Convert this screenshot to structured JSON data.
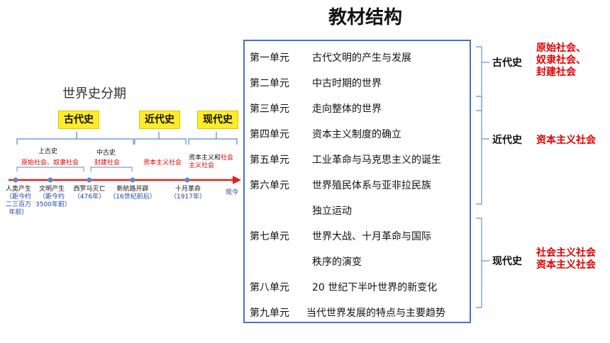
{
  "title": "教材结构",
  "timeline": {
    "title": "世界史分期",
    "eras": [
      {
        "label": "古代史"
      },
      {
        "label": "近代史"
      },
      {
        "label": "现代史"
      }
    ],
    "ancient_subs": [
      {
        "label": "上古史",
        "society": "原始社会、奴隶社会"
      },
      {
        "label": "中古史",
        "society": "封建社会"
      }
    ],
    "modern_society": "资本主义社会",
    "contemporary_society_prefix": "资本主义和",
    "contemporary_society_red": "社会",
    "contemporary_society_line2": "主义社会",
    "events": [
      {
        "label": "人类产生",
        "detail": "（距今约二三百万年前）"
      },
      {
        "label": "文明产生",
        "detail": "（距今约3500年前）"
      },
      {
        "label": "西罗马灭亡",
        "detail": "（476年）"
      },
      {
        "label": "新航路开辟",
        "detail": "（16世纪前后）"
      },
      {
        "label": "十月革命",
        "detail": "（1917年）"
      }
    ],
    "now_label": "现今"
  },
  "units": [
    {
      "num": "第一单元",
      "name": "古代文明的产生与发展"
    },
    {
      "num": "第二单元",
      "name": "中古时期的世界"
    },
    {
      "num": "第三单元",
      "name": "走向整体的世界"
    },
    {
      "num": "第四单元",
      "name": "资本主义制度的确立"
    },
    {
      "num": "第五单元",
      "name": "工业革命与马克思主义的诞生"
    },
    {
      "num": "第六单元",
      "name": "世界殖民体系与亚非拉民族",
      "cont": "独立运动"
    },
    {
      "num": "第七单元",
      "name": "世界大战、十月革命与国际",
      "cont": "秩序的演变"
    },
    {
      "num": "第八单元",
      "name": "20 世纪下半叶世界的新变化"
    },
    {
      "num": "第九单元",
      "name": "当代世界发展的特点与主要趋势"
    }
  ],
  "right_eras": [
    {
      "label": "古代史",
      "society": [
        "原始社会、",
        "奴隶社会、",
        "封建社会"
      ]
    },
    {
      "label": "近代史",
      "society": [
        "资本主义社会"
      ]
    },
    {
      "label": "现代史",
      "society": [
        "社会主义社会",
        "资本主义社会"
      ]
    }
  ],
  "colors": {
    "accent_red": "#e00000",
    "tag_yellow": "#ffeb2a",
    "box_blue": "#4a72c8",
    "timeline_red": "#e02020",
    "brace_blue": "#5b86d6"
  }
}
